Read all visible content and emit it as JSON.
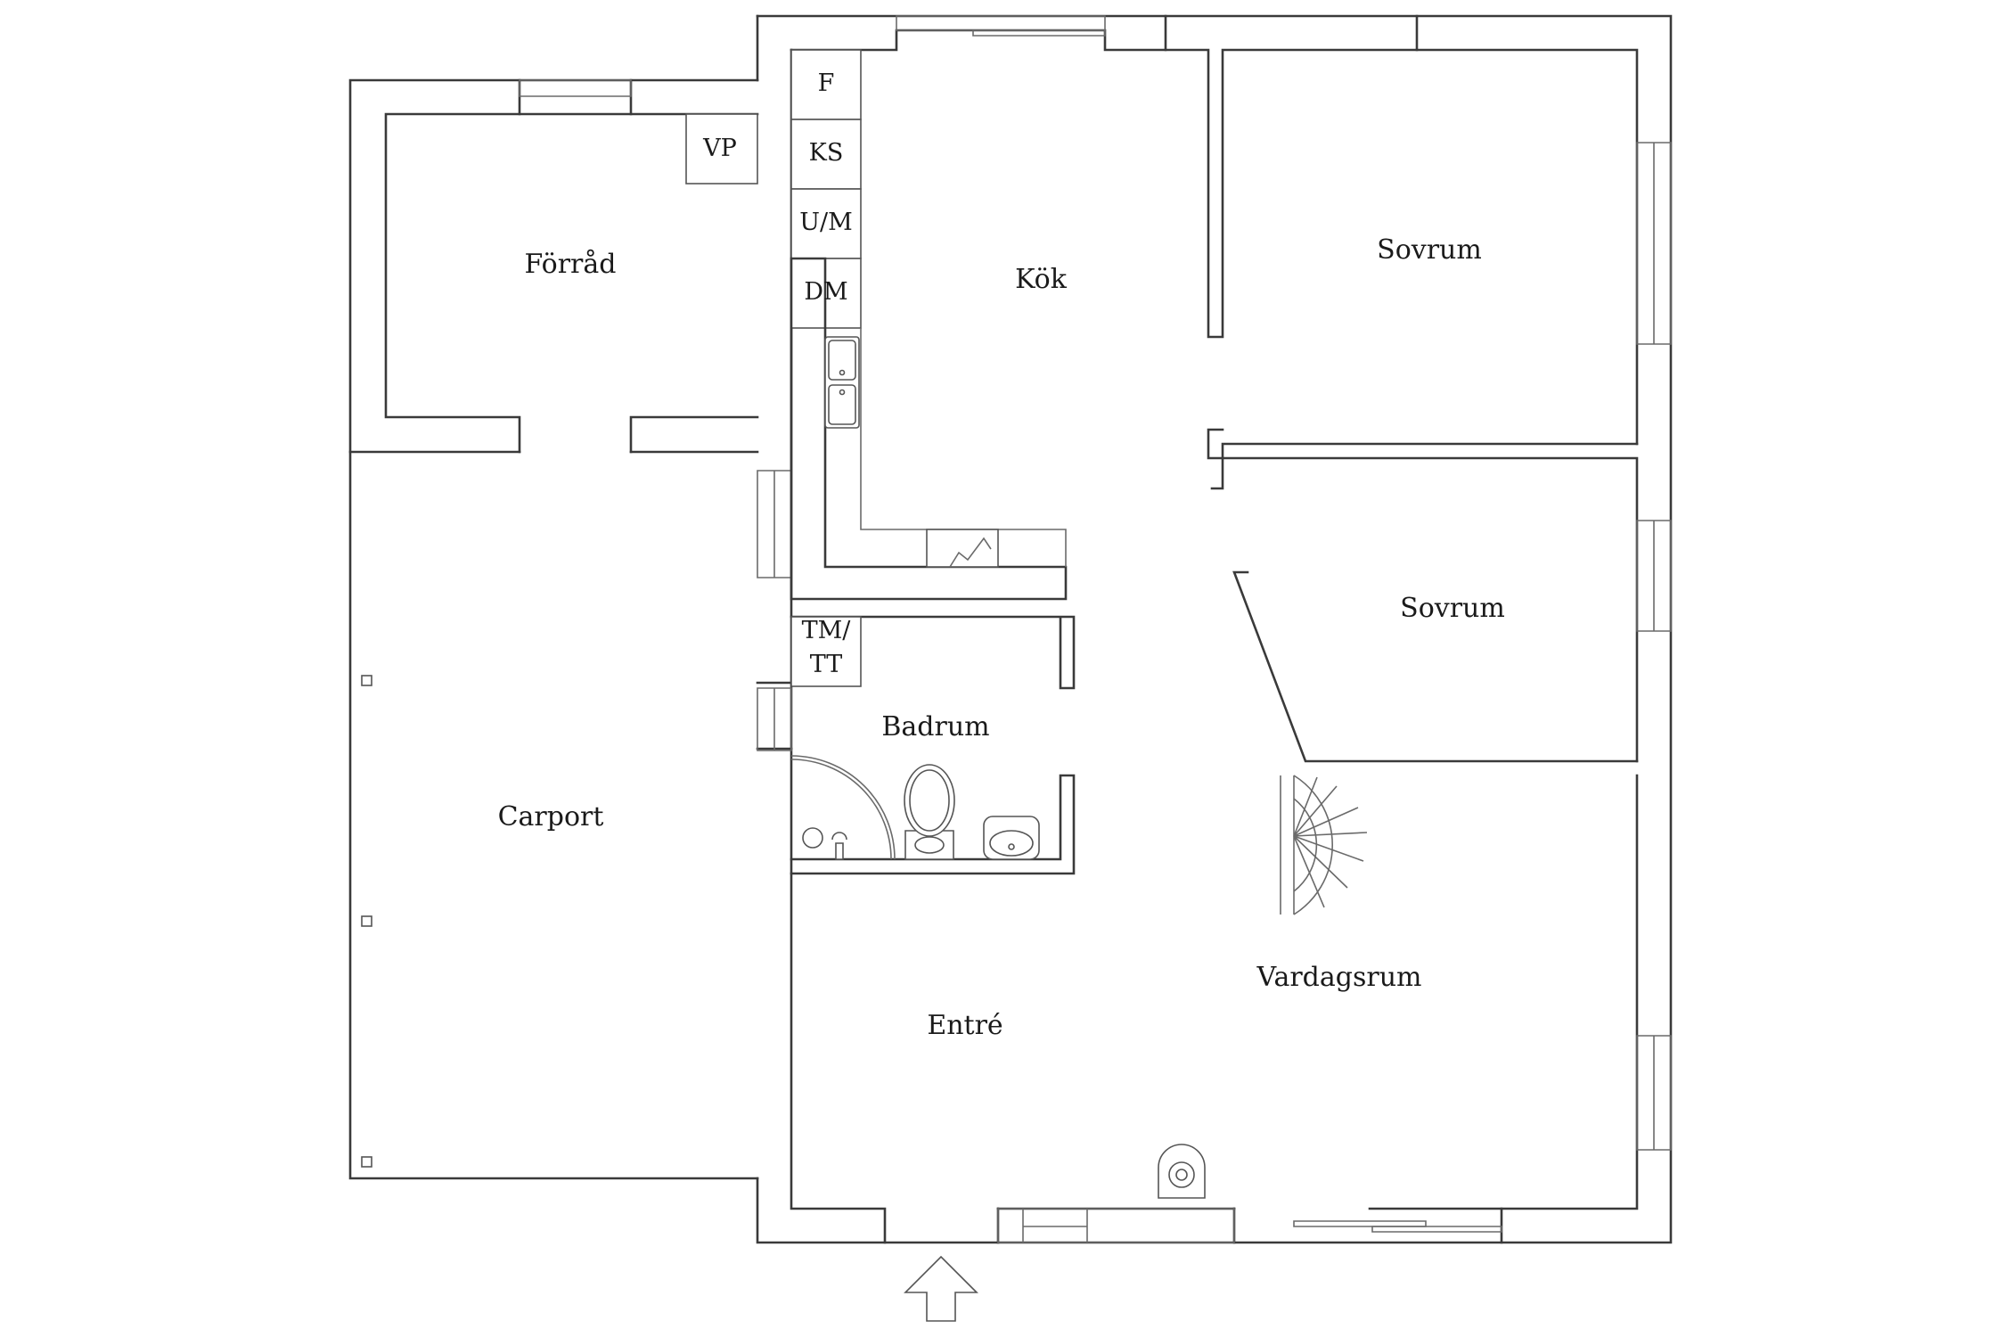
{
  "rooms": {
    "forrad": "Förråd",
    "carport": "Carport",
    "kok": "Kök",
    "sovrum_1": "Sovrum",
    "sovrum_2": "Sovrum",
    "badrum": "Badrum",
    "entre": "Entré",
    "vardagsrum": "Vardagsrum"
  },
  "appliances": {
    "vp": "VP",
    "f": "F",
    "ks": "KS",
    "um": "U/M",
    "dm": "DM",
    "tm": "TM/",
    "tt": "TT"
  },
  "colors": {
    "wall": "#3a3a3a",
    "background": "#ffffff"
  }
}
